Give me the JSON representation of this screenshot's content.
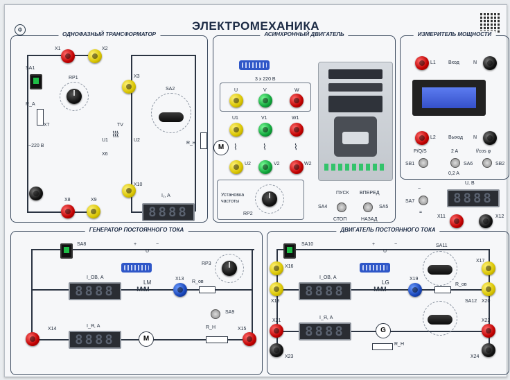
{
  "header": {
    "title": "ЭЛЕКТРОМЕХАНИКА",
    "logo_text": "Ф"
  },
  "panels": {
    "transformer": "ОДНОФАЗНЫЙ ТРАНСФОРМАТОР",
    "motor": "АСИНХРОННЫЙ ДВИГАТЕЛЬ",
    "power": "ИЗМЕРИТЕЛЬ МОЩНОСТИ",
    "generator": "ГЕНЕРАТОР ПОСТОЯННОГО ТОКА",
    "dc_motor": "ДВИГАТЕЛЬ ПОСТОЯННОГО ТОКА"
  },
  "transformer": {
    "sa1": "SA1",
    "x1": "X1",
    "x2": "X2",
    "x3": "X3",
    "x6": "X6",
    "x7": "X7",
    "x8": "X8",
    "x9": "X9",
    "x10": "X10",
    "rp1": "RP1",
    "sa2": "SA2",
    "ra": "R_A",
    "tv": "TV",
    "u1": "U1",
    "u2": "U2",
    "rn": "R_н",
    "voltage": "~220 В",
    "i2": "I₂, A",
    "display": "8888"
  },
  "motor": {
    "supply": "3 x 220 В",
    "u": "U",
    "v": "V",
    "w": "W",
    "u1": "U1",
    "v1": "V1",
    "w1": "W1",
    "u2": "U2",
    "v2": "V2",
    "w2": "W2",
    "m": "M",
    "freq": "Установка частоты",
    "rp2": "RP2",
    "start": "ПУСК",
    "stop": "СТОП",
    "fwd": "ВПЕРЕД",
    "back": "НАЗАД",
    "sa4": "SA4",
    "sa5": "SA5"
  },
  "power": {
    "l1": "L1",
    "l2": "L2",
    "n1": "N",
    "n2": "N",
    "in": "Вход",
    "out": "Выход",
    "pqs": "P/Q/S",
    "sb1": "SB1",
    "a2": "2 A",
    "a02": "0,2 A",
    "sa6": "SA6",
    "cos": "f/cos φ",
    "sb2": "SB2",
    "sa7": "SA7",
    "ub": "U, В",
    "x11": "X11",
    "x12": "X12",
    "display": "8888"
  },
  "generator": {
    "sa8": "SA8",
    "plus": "+",
    "u": "U",
    "minus": "−",
    "rp3": "RP3",
    "iob": "I_ОВ, A",
    "lm": "LM",
    "x13": "X13",
    "rob": "R_ов",
    "iob2": "I_Я, A",
    "x14": "X14",
    "x15": "X15",
    "m": "M",
    "rn": "R_Н",
    "sa9": "SA9",
    "display1": "8888",
    "display2": "8888"
  },
  "dc_motor": {
    "sa10": "SA10",
    "plus": "+",
    "u": "U",
    "minus": "−",
    "sa11": "SA11",
    "x16": "X16",
    "x17": "X17",
    "x18": "X18",
    "x19": "X19",
    "x20": "X20",
    "x21": "X21",
    "x22": "X22",
    "x23": "X23",
    "x24": "X24",
    "iob": "I_ОВ, A",
    "lg": "LG",
    "rpi": "R_ов",
    "sa12": "SA12",
    "ia": "I_Я, A",
    "g": "G",
    "rn": "R_Н",
    "display1": "8888",
    "display2": "8888"
  },
  "colors": {
    "red": "#c00000",
    "yellow": "#d8c400",
    "green": "#0fa43a",
    "black": "#111111",
    "blue": "#1845b8"
  }
}
